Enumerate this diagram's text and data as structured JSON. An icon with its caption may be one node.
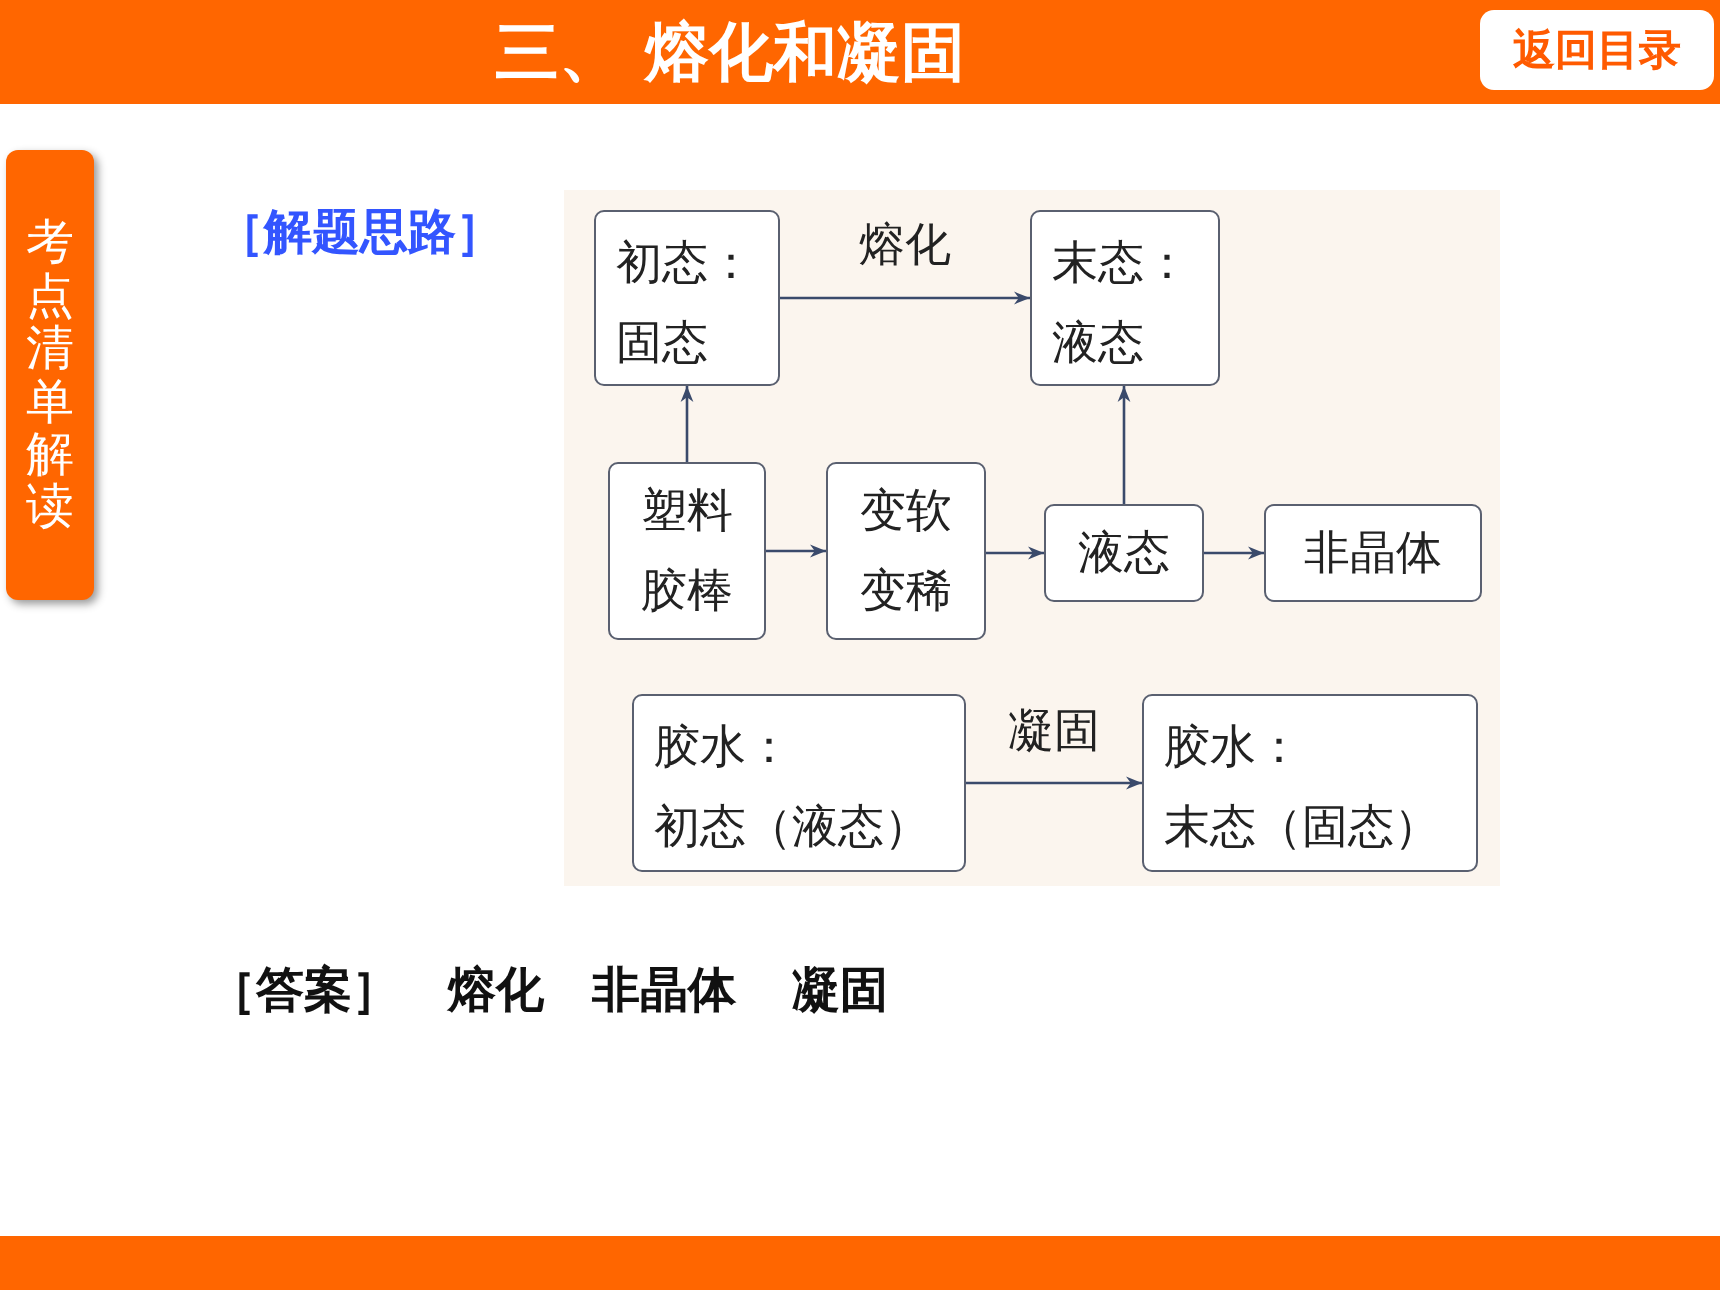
{
  "diagram": {
    "title": "三、 熔化和凝固",
    "nodes": [
      {
        "text": [
          "返回目录"
        ]
      },
      {
        "text": [
          "考点清单解读"
        ]
      },
      {
        "text": [
          "初态：",
          "固态"
        ]
      },
      {
        "text": [
          "末态：",
          "液态"
        ]
      },
      {
        "text": [
          "塑料胶棒"
        ]
      },
      {
        "text": [
          "变软变稀"
        ]
      },
      {
        "text": [
          "液态"
        ]
      },
      {
        "text": [
          "非晶体"
        ]
      },
      {
        "text": [
          "胶水：",
          "初态（液态）"
        ]
      },
      {
        "text": [
          "胶水：",
          "末态（固态）"
        ]
      }
    ],
    "edges": [
      {
        "from": 2,
        "to": 3,
        "arrow": "to",
        "label": "熔化"
      },
      {
        "from": 4,
        "to": 2,
        "arrow": "to"
      },
      {
        "from": 4,
        "to": 5,
        "arrow": "to"
      },
      {
        "from": 5,
        "to": 6,
        "arrow": "to"
      },
      {
        "from": 6,
        "to": 3,
        "arrow": "to"
      },
      {
        "from": 6,
        "to": 7,
        "arrow": "to"
      },
      {
        "from": 8,
        "to": 9,
        "arrow": "to",
        "label": "凝固"
      }
    ],
    "labels": [
      "［解题思路］",
      "［答案］",
      "熔化",
      "非晶体",
      "凝固"
    ]
  }
}
